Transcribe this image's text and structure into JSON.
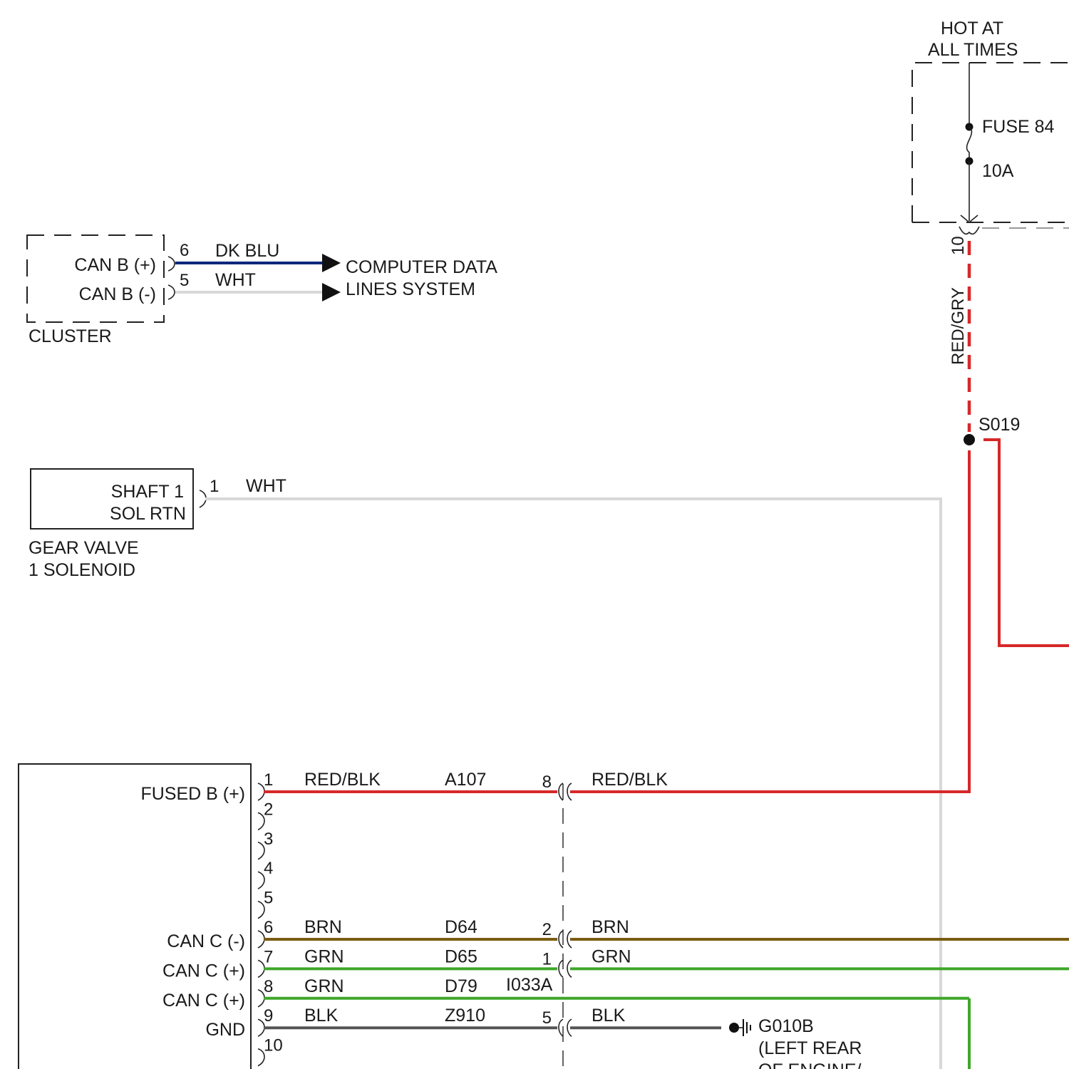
{
  "power": {
    "hot_label_1": "HOT AT",
    "hot_label_2": "ALL TIMES",
    "fuse_name": "FUSE 84",
    "fuse_rating": "10A",
    "pin": "10",
    "wire_color_label": "RED/GRY",
    "splice": "S019"
  },
  "cluster": {
    "name": "CLUSTER",
    "pins": [
      {
        "num": "6",
        "signal": "CAN B (+)",
        "wire": "DK BLU",
        "color": "#0a2a7a"
      },
      {
        "num": "5",
        "signal": "CAN B (-)",
        "wire": "WHT",
        "color": "#d8d8d8"
      }
    ],
    "destination_1": "COMPUTER DATA",
    "destination_2": "LINES SYSTEM"
  },
  "solenoid": {
    "line1": "SHAFT 1",
    "line2": "SOL RTN",
    "name_1": "GEAR VALVE",
    "name_2": "1 SOLENOID",
    "pin": "1",
    "wire": "WHT"
  },
  "module": {
    "pins": [
      {
        "num": "1",
        "signal": "FUSED B (+)",
        "wire": "RED/BLK",
        "circuit": "A107",
        "conn_pin": "8",
        "wire_right": "RED/BLK",
        "color": "#d62828"
      },
      {
        "num": "2",
        "signal": "",
        "wire": "",
        "circuit": "",
        "conn_pin": "",
        "wire_right": "",
        "color": ""
      },
      {
        "num": "3",
        "signal": "",
        "wire": "",
        "circuit": "",
        "conn_pin": "",
        "wire_right": "",
        "color": ""
      },
      {
        "num": "4",
        "signal": "",
        "wire": "",
        "circuit": "",
        "conn_pin": "",
        "wire_right": "",
        "color": ""
      },
      {
        "num": "5",
        "signal": "",
        "wire": "",
        "circuit": "",
        "conn_pin": "",
        "wire_right": "",
        "color": ""
      },
      {
        "num": "6",
        "signal": "CAN C (-)",
        "wire": "BRN",
        "circuit": "D64",
        "conn_pin": "2",
        "wire_right": "BRN",
        "color": "#7a5c12"
      },
      {
        "num": "7",
        "signal": "CAN C (+)",
        "wire": "GRN",
        "circuit": "D65",
        "conn_pin": "1",
        "wire_right": "GRN",
        "color": "#3fa62a"
      },
      {
        "num": "8",
        "signal": "CAN C (+)",
        "wire": "GRN",
        "circuit": "D79",
        "conn_pin": "",
        "wire_right": "",
        "color": "#3fa62a"
      },
      {
        "num": "9",
        "signal": "GND",
        "wire": "BLK",
        "circuit": "Z910",
        "conn_pin": "5",
        "wire_right": "BLK",
        "color": "#555555"
      },
      {
        "num": "10",
        "signal": "",
        "wire": "",
        "circuit": "",
        "conn_pin": "",
        "wire_right": "",
        "color": ""
      }
    ],
    "connector_name": "I033A"
  },
  "ground": {
    "name": "G010B",
    "line2": "(LEFT REAR",
    "line3": "OF ENGINE/"
  },
  "colors": {
    "red_gry": "#d62828",
    "red": "#d62828",
    "white_wire": "#d8d8d8",
    "green": "#3fa62a",
    "brown": "#7a5c12",
    "black_wire": "#555555",
    "dk_blu": "#0a2a7a"
  }
}
